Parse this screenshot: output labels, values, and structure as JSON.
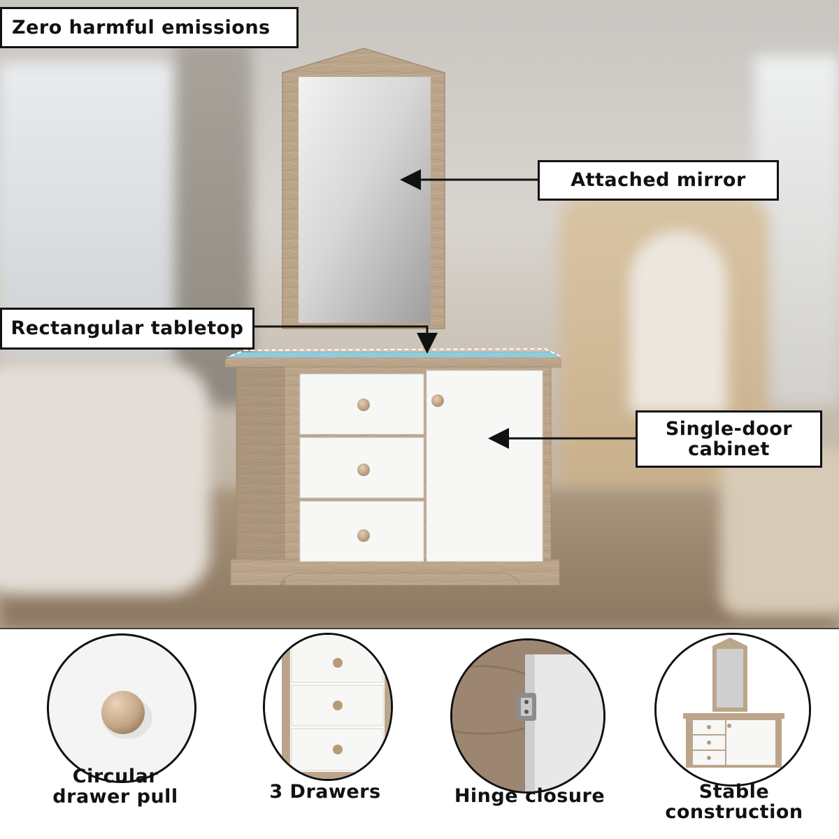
{
  "labels": {
    "emissions": "Zero harmful emissions",
    "mirror": "Attached mirror",
    "tabletop": "Rectangular tabletop",
    "cabinet_line1": "Single-door",
    "cabinet_line2": "cabinet"
  },
  "features": [
    {
      "line1": "Circular",
      "line2": "drawer pull",
      "icon": "drawer-knob-closeup"
    },
    {
      "line1": "3 Drawers",
      "line2": "",
      "icon": "drawer-stack-closeup"
    },
    {
      "line1": "Hinge closure",
      "line2": "",
      "icon": "hinge-closeup"
    },
    {
      "line1": "Stable",
      "line2": "construction",
      "icon": "dresser-full-view"
    }
  ],
  "colors": {
    "wood": "#bba58a",
    "panel_white": "#f7f7f6",
    "knob": "#c8aa8a",
    "tabletop_highlight": "#86d3ec",
    "label_border": "#111111"
  }
}
